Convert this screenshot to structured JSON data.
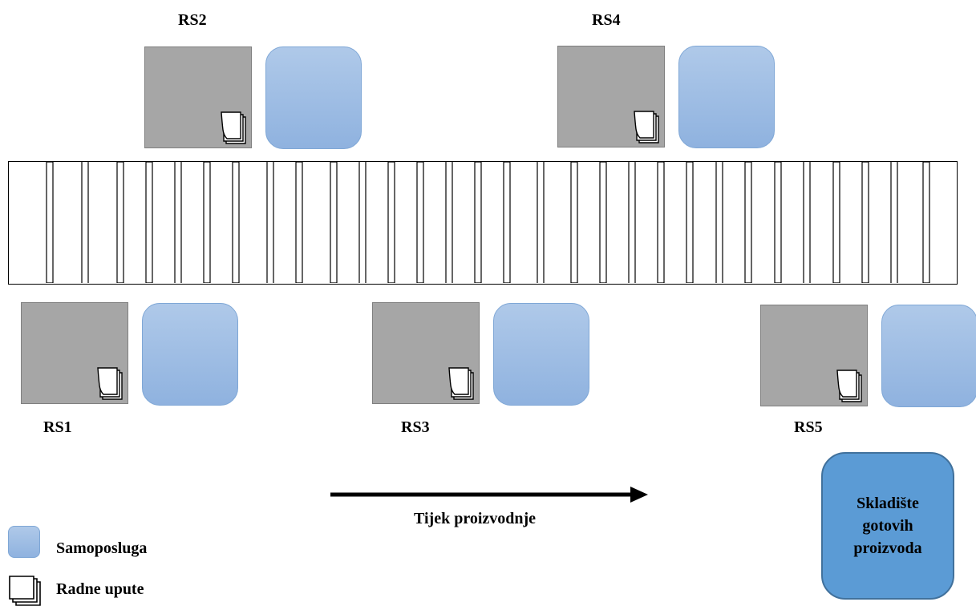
{
  "stations": [
    {
      "id": "rs1",
      "label": "RS1"
    },
    {
      "id": "rs2",
      "label": "RS2"
    },
    {
      "id": "rs3",
      "label": "RS3"
    },
    {
      "id": "rs4",
      "label": "RS4"
    },
    {
      "id": "rs5",
      "label": "RS5"
    }
  ],
  "flow": {
    "label": "Tijek proizvodnje"
  },
  "warehouse": {
    "label": "Skladište\ngotovih\nproizvoda"
  },
  "legend": {
    "self_service": "Samoposluga",
    "work_instructions": "Radne upute"
  },
  "colors": {
    "station_fill": "#a6a6a6",
    "self_service_fill": "#9dbde4",
    "warehouse_fill": "#5b9bd5"
  }
}
